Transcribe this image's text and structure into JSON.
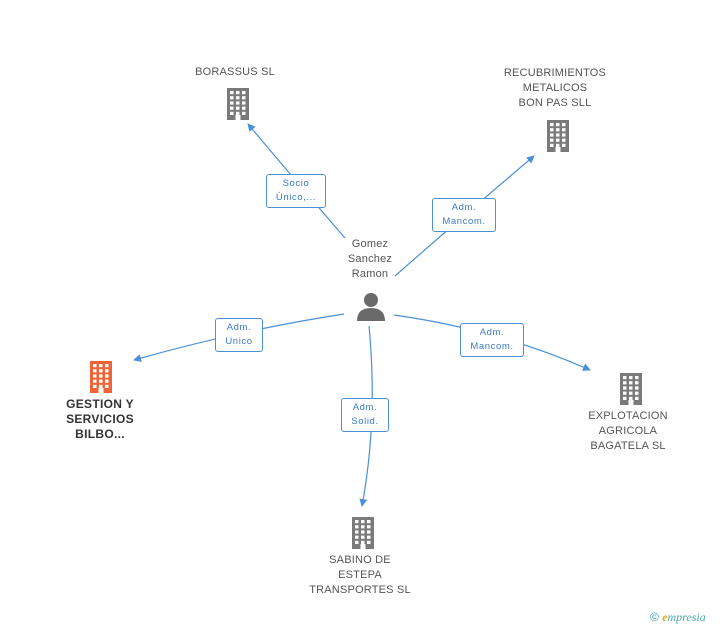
{
  "center": {
    "name_lines": [
      "Gomez",
      "Sanchez",
      "Ramon"
    ]
  },
  "companies": {
    "borassus": {
      "lines": [
        "BORASSUS SL"
      ]
    },
    "recubrimientos": {
      "lines": [
        "RECUBRIMIENTOS",
        "METALICOS",
        "BON PAS SLL"
      ]
    },
    "gestion": {
      "lines": [
        "GESTION Y",
        "SERVICIOS",
        "BILBO..."
      ]
    },
    "explotacion": {
      "lines": [
        "EXPLOTACION",
        "AGRICOLA",
        "BAGATELA SL"
      ]
    },
    "sabino": {
      "lines": [
        "SABINO DE",
        "ESTEPA",
        "TRANSPORTES SL"
      ]
    }
  },
  "relations": {
    "borassus": [
      "Socio",
      "Único,..."
    ],
    "recubrimientos": [
      "Adm.",
      "Mancom."
    ],
    "gestion": [
      "Adm.",
      "Unico"
    ],
    "explotacion": [
      "Adm.",
      "Mancom."
    ],
    "sabino": [
      "Adm.",
      "Solid."
    ]
  },
  "colors": {
    "edge": "#4a90d9",
    "company": "#7a7a7a",
    "highlight": "#f06438",
    "person": "#6a6a6a"
  },
  "footer": {
    "copyright": "©",
    "brand_initial": "e",
    "brand_rest": "mpresia"
  }
}
